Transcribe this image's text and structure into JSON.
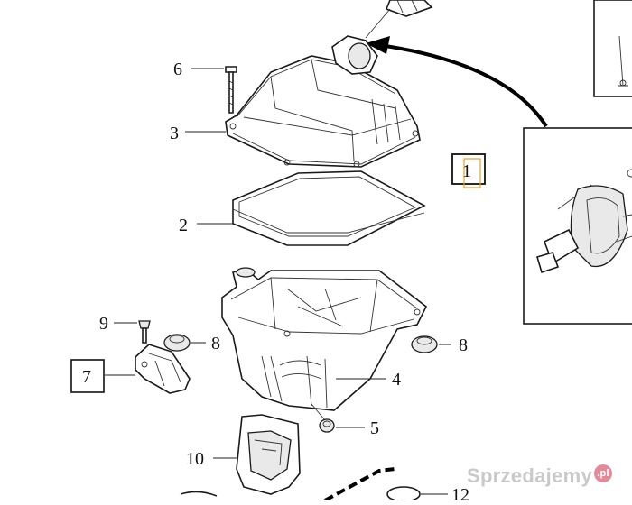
{
  "callouts": {
    "c1": "1",
    "c2": "2",
    "c3": "3",
    "c4": "4",
    "c5": "5",
    "c6": "6",
    "c7": "7",
    "c8a": "8",
    "c8b": "8",
    "c9": "9",
    "c10": "10",
    "c12": "12"
  },
  "watermark": {
    "text": "Sprzedajemy",
    "badge": ".pl"
  },
  "colors": {
    "line": "#1a1a1a",
    "highlight_box": "#e8a020",
    "watermark": "#c9c9c9",
    "watermark_badge": "#e08a9a"
  }
}
